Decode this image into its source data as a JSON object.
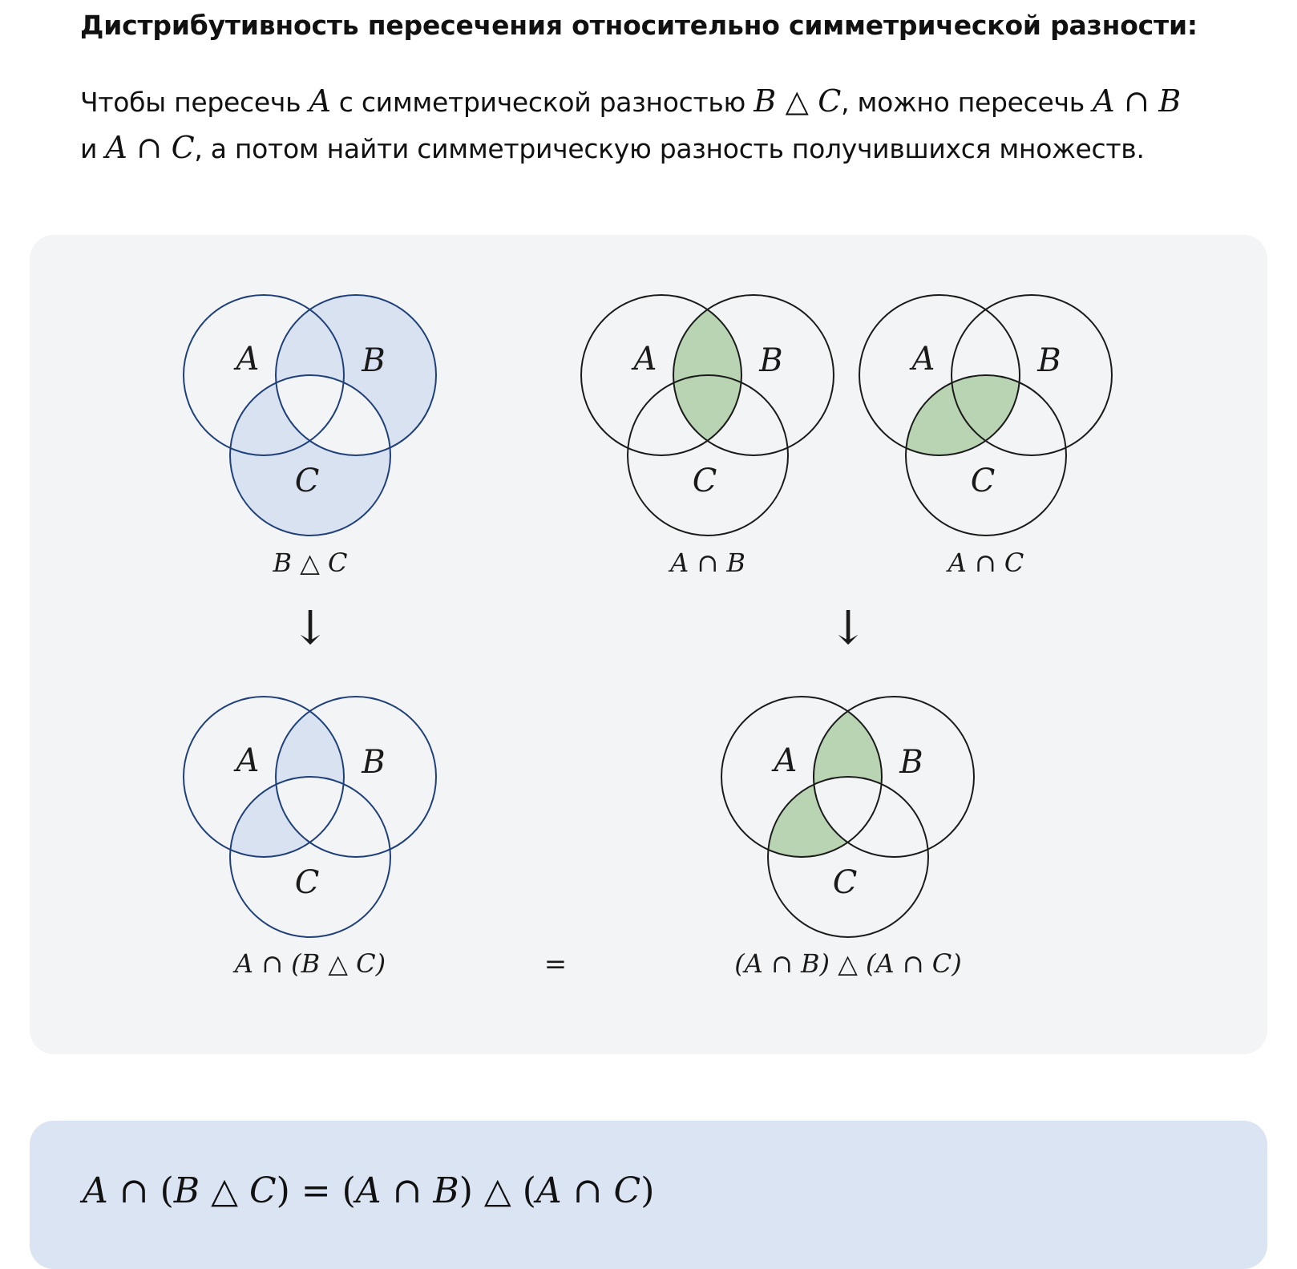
{
  "heading": "Дистрибутивность пересечения относительно симметрической разности:",
  "paragraph": {
    "t1": "Чтобы пересечь ",
    "m1": "A",
    "t2": " с симметрической разностью ",
    "m2": "B △ C",
    "t3": ", можно пересечь ",
    "m3": "A ∩ B",
    "t4": " и ",
    "m4": "A ∩ C",
    "t5": ", а потом найти симметрическую разность получившихся множеств."
  },
  "colors": {
    "blue_fill": "#d9e2f1",
    "blue_stroke": "#1e3f78",
    "green_fill": "#b9d4b3",
    "black_stroke": "#1a1a1a",
    "panel_bg": "#f3f4f6",
    "formula_bg": "#dbe4f2"
  },
  "set_labels": {
    "a": "A",
    "b": "B",
    "c": "C"
  },
  "diagrams": [
    {
      "id": "b-symdiff-c",
      "caption": "B △ C",
      "style": "blue",
      "shaded_regions": [
        "B only",
        "C only",
        "A∩B only",
        "A∩C only"
      ]
    },
    {
      "id": "a-intersect-b",
      "caption": "A ∩ B",
      "style": "green",
      "shaded_regions": [
        "A∩B only",
        "A∩B∩C"
      ]
    },
    {
      "id": "a-intersect-c",
      "caption": "A ∩ C",
      "style": "green",
      "shaded_regions": [
        "A∩C only",
        "A∩B∩C"
      ]
    },
    {
      "id": "a-intersect-symdiff",
      "caption": "A ∩ (B △ C)",
      "style": "blue",
      "shaded_regions": [
        "A∩B only",
        "A∩C only"
      ]
    },
    {
      "id": "symdiff-of-intersections",
      "caption": "(A ∩ B) △ (A ∩ C)",
      "style": "green",
      "shaded_regions": [
        "A∩B only",
        "A∩C only"
      ]
    }
  ],
  "arrows": [
    "↓",
    "↓"
  ],
  "equals_sign": "=",
  "formula": {
    "parts": [
      "A",
      " ∩ (",
      "B",
      " △ ",
      "C",
      ") = (",
      "A",
      " ∩ ",
      "B",
      ") △ (",
      "A",
      " ∩ ",
      "C",
      ")"
    ]
  }
}
